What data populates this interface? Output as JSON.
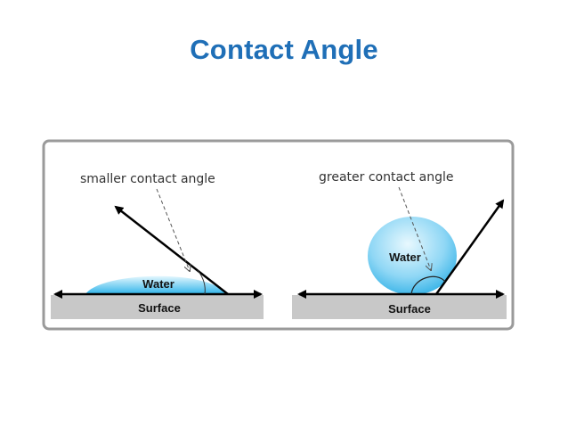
{
  "title": "Contact Angle",
  "left_panel": {
    "caption": "smaller contact angle",
    "droplet_label": "Water",
    "surface_label": "Surface"
  },
  "right_panel": {
    "caption": "greater contact angle",
    "droplet_label": "Water",
    "surface_label": "Surface"
  },
  "colors": {
    "title": "#1f6fb7",
    "frame_border": "#999999",
    "surface_fill": "#c8c8c8",
    "water_light": "#d9f3fd",
    "water_dark": "#2fb4ea"
  }
}
